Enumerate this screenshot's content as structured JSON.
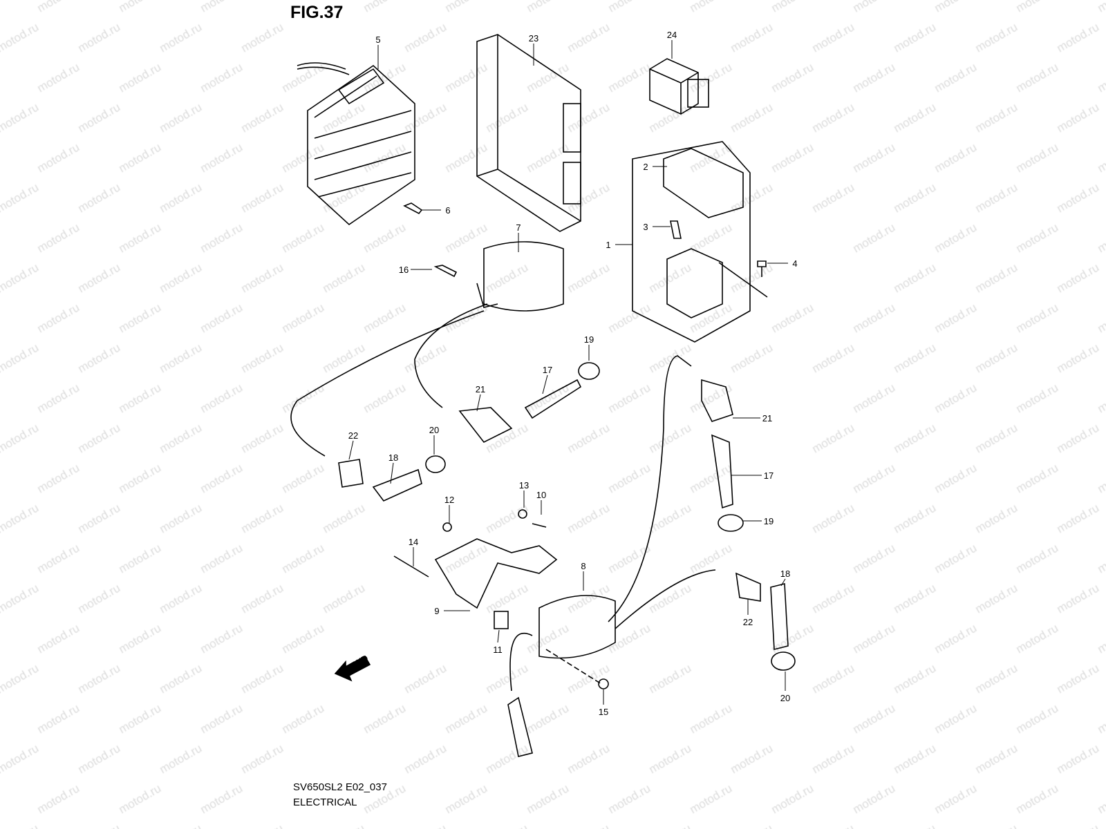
{
  "figure_title": "FIG.37",
  "model_code": "SV650SL2 E02_037",
  "section_name": "ELECTRICAL",
  "watermark": "motod.ru",
  "direction_marker": "FWD",
  "callouts": [
    "5",
    "23",
    "24",
    "2",
    "3",
    "1",
    "4",
    "6",
    "7",
    "16",
    "19",
    "17",
    "21",
    "22",
    "20",
    "18",
    "21",
    "17",
    "19",
    "13",
    "10",
    "12",
    "14",
    "8",
    "9",
    "11",
    "22",
    "18",
    "15",
    "20"
  ]
}
